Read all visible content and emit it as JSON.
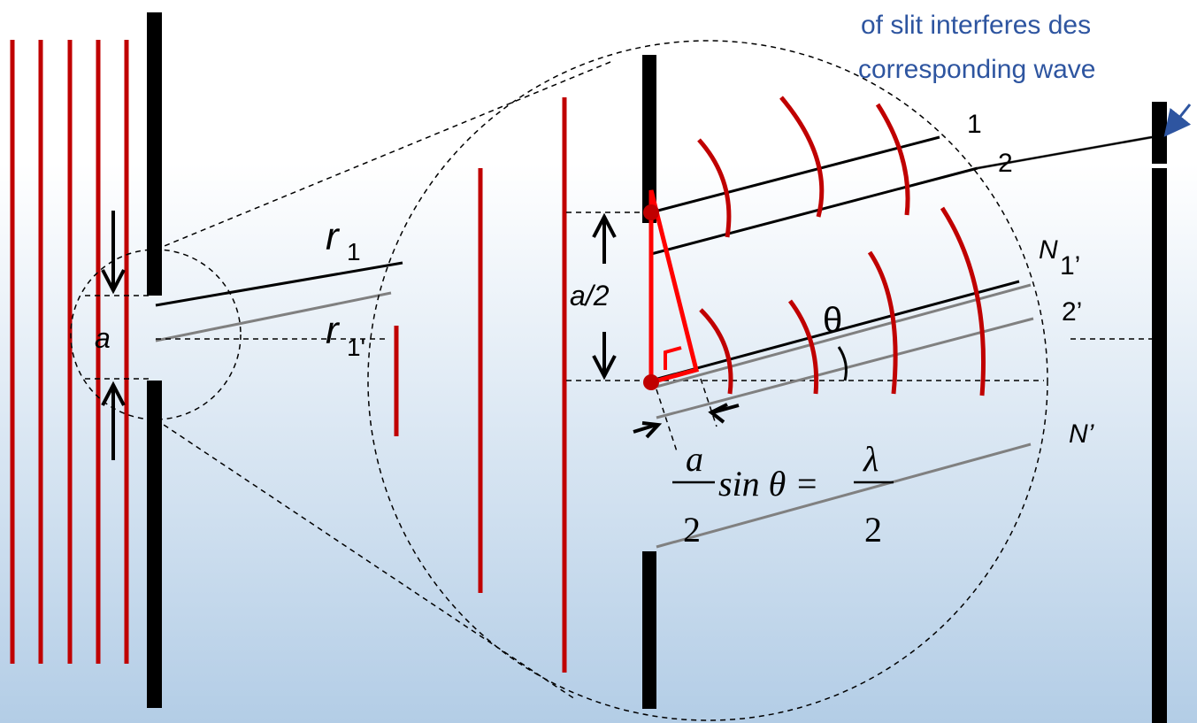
{
  "caption": {
    "line1": "of slit interferes des",
    "line2": "corresponding wave"
  },
  "labels": {
    "r1_top": "r",
    "r1_top_sub": "1",
    "r1_bottom": "r",
    "r1_bottom_sub": "1'",
    "slit_width": "a",
    "half_width": "a/2",
    "theta": "θ",
    "ray_1": "1",
    "ray_2": "2",
    "ray_N": "N",
    "ray_1p": "1’",
    "ray_2p": "2’",
    "ray_Np": "N’"
  },
  "equation": {
    "num_left": "a",
    "den_left": "2",
    "middle": "sin θ =",
    "num_right": "λ",
    "den_right": "2"
  },
  "colors": {
    "wave": "#c00000",
    "barrier": "#000000",
    "ray_gray": "#808080",
    "caption": "#2e55a0",
    "triangle": "#ff0000"
  }
}
